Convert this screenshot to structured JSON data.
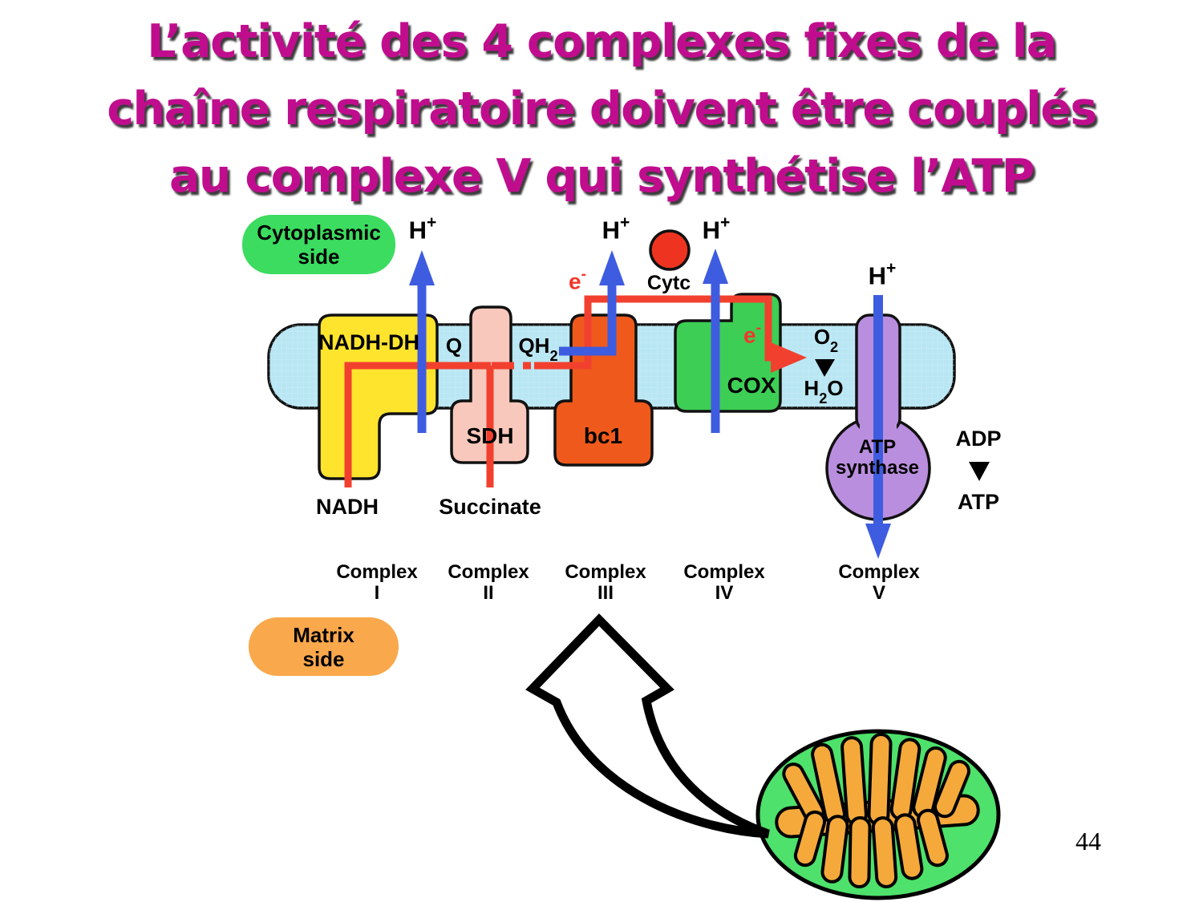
{
  "title": {
    "lines": [
      "L’activité des 4 complexes fixes de la",
      "chaîne respiratoire doivent être couplés",
      "au complexe V qui synthétise l’ATP"
    ],
    "color": "#C00D8E"
  },
  "page_number": "44",
  "diagram": {
    "side_labels": {
      "cytoplasmic": [
        "Cytoplasmic",
        "side"
      ],
      "matrix": [
        "Matrix",
        "side"
      ]
    },
    "proton": {
      "base": "H",
      "sup": "+"
    },
    "electron": {
      "base": "e",
      "sup": "-"
    },
    "carriers": {
      "q": "Q",
      "qh2": {
        "base": "QH",
        "sub": "2"
      },
      "cytc": "Cytc"
    },
    "complex_blocks": {
      "nadh_dh": "NADH-DH",
      "sdh": "SDH",
      "bc1": "bc1",
      "cox": "COX",
      "atp_synthase": [
        "ATP",
        "synthase"
      ]
    },
    "substrates": {
      "nadh": "NADH",
      "succinate": "Succinate",
      "adp": "ADP",
      "atp": "ATP",
      "o2": {
        "base": "O",
        "sub": "2"
      },
      "h2o": {
        "pre": "H",
        "sub": "2",
        "post": "O"
      }
    },
    "complex_labels": [
      {
        "word": "Complex",
        "numeral": "I"
      },
      {
        "word": "Complex",
        "numeral": "II"
      },
      {
        "word": "Complex",
        "numeral": "III"
      },
      {
        "word": "Complex",
        "numeral": "IV"
      },
      {
        "word": "Complex",
        "numeral": "V"
      }
    ],
    "colors": {
      "membrane": "#B9E6F3",
      "complex1_yellow": "#FFE42E",
      "complex2_pink": "#F7C8BB",
      "complex3_orange": "#EF5A1C",
      "complex4_green": "#3DCE55",
      "complex5_purple": "#BA8EDE",
      "cytc_red": "#EE3420",
      "proton_arrow_blue": "#3E5CE0",
      "electron_line_red": "#F2402F",
      "cytoplasmic_pill_green": "#3BDC5F",
      "matrix_pill_orange": "#F9A84C",
      "mitochondrion_green": "#4EE16B",
      "cristae_orange": "#F5A93B"
    }
  }
}
